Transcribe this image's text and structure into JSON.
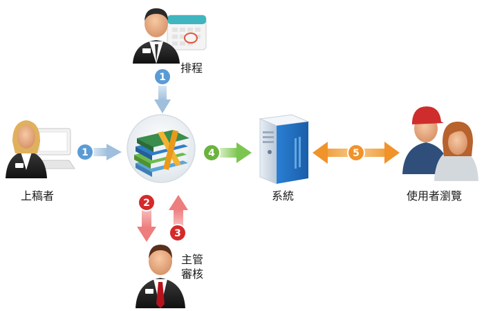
{
  "nodes": {
    "scheduler": {
      "label": "排程"
    },
    "author": {
      "label": "上稿者"
    },
    "system": {
      "label": "系統"
    },
    "viewers": {
      "label": "使用者瀏覽"
    },
    "reviewer": {
      "label_line1": "主管",
      "label_line2": "審核"
    }
  },
  "steps": {
    "step1_top": "1",
    "step1_left": "1",
    "step2": "2",
    "step3": "3",
    "step4": "4",
    "step5": "5"
  },
  "colors": {
    "blue": "#5b9bd5",
    "red": "#d42a2a",
    "green": "#6ab43e",
    "orange": "#f0932b"
  }
}
